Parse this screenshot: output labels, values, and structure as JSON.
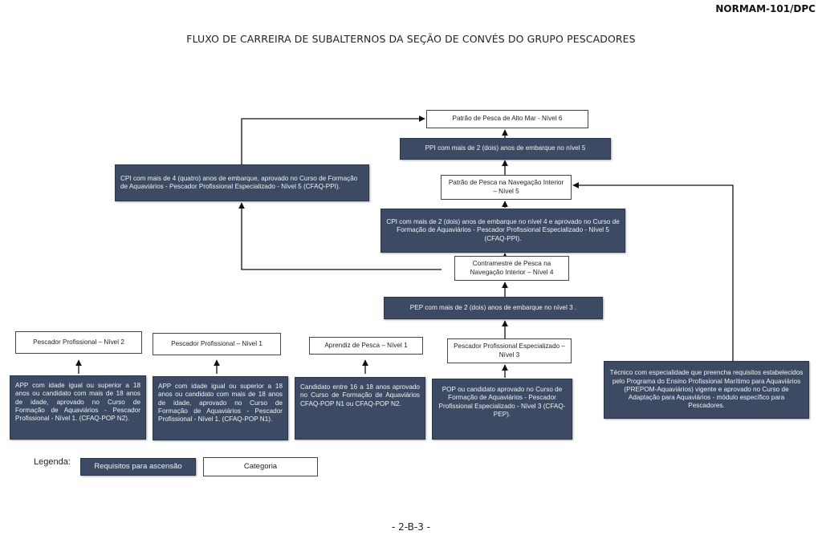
{
  "header": {
    "doc_code": "NORMAM-101/DPC",
    "title": "FLUXO DE CARREIRA DE SUBALTERNOS DA SEÇÃO DE CONVÉS DO GRUPO PESCADORES"
  },
  "categories": {
    "patrao_alto_mar": "Patrão de Pesca de Alto Mar - Nível 6",
    "patrao_navegacao_interior": "Patrão de Pesca na Navegação Interior – Nível 5",
    "contramestre": "Contramestre de Pesca na Navegação Interior – Nível 4",
    "pescador_especializado": "Pescador Profissional Especializado – Nível 3",
    "pescador_nivel2": "Pescador Profissional – Nível 2",
    "pescador_nivel1": "Pescador Profissional – Nível 1",
    "aprendiz": "Aprendiz de Pesca – Nível 1"
  },
  "requirements": {
    "ppi": "PPI com mais de 2 (dois) anos de embarque no nível 5",
    "cpi_nivel4": "CPI com mais de 2 (dois) anos de embarque no nível 4 e aprovado no Curso de Formação de Aquaviários - Pescador Profissional Especializado - Nível 5 (CFAQ-PPI).",
    "cpi_4anos": "CPI com mais de 4 (quatro) anos de embarque, aprovado no Curso de Formação de Aquaviários - Pescador Profissional Especializado - Nível 5 (CFAQ-PPI).",
    "pep": "PEP com mais de 2 (dois) anos de embarque no nível 3 .",
    "app": "APP com idade igual ou superior a 18 anos ou candidato com mais de 18 anos de idade, aprovado no Curso de Formação de Aquaviários - Pescador Profissional - Nível 1. (CFAQ-POP N2).",
    "app_n1": "APP com idade igual ou superior a 18 anos ou candidato com mais de 18 anos de idade, aprovado no Curso de Formação de Aquaviários - Pescador Profissional - Nível 1. (CFAQ-POP N1).",
    "candidato": "Candidato entre 16 a 18 anos aprovado no Curso de Formação de Aquaviários CFAQ-POP N1 ou CFAQ-POP N2.",
    "pop": "POP ou candidato aprovado no Curso de Formação de Aquaviários - Pescador Profissional Especializado - Nível 3 (CFAQ-PEP).",
    "tecnico": "Técnico com especialidade que preencha requisitos estabelecidos pelo Programa do Ensino Profissional Marítimo para Aquaviários (PREPOM-Aquaviários) vigente e aprovado no Curso de Adaptação para Aquaviários - módulo específico para Pescadores."
  },
  "legend": {
    "label": "Legenda:",
    "requirement": "Requisitos para ascensão",
    "category": "Categoria"
  },
  "footer": {
    "page_number": "- 2-B-3 -"
  },
  "colors": {
    "requirement_fill": "#3d4a63",
    "category_fill": "#ffffff",
    "arrow": "#111111"
  }
}
